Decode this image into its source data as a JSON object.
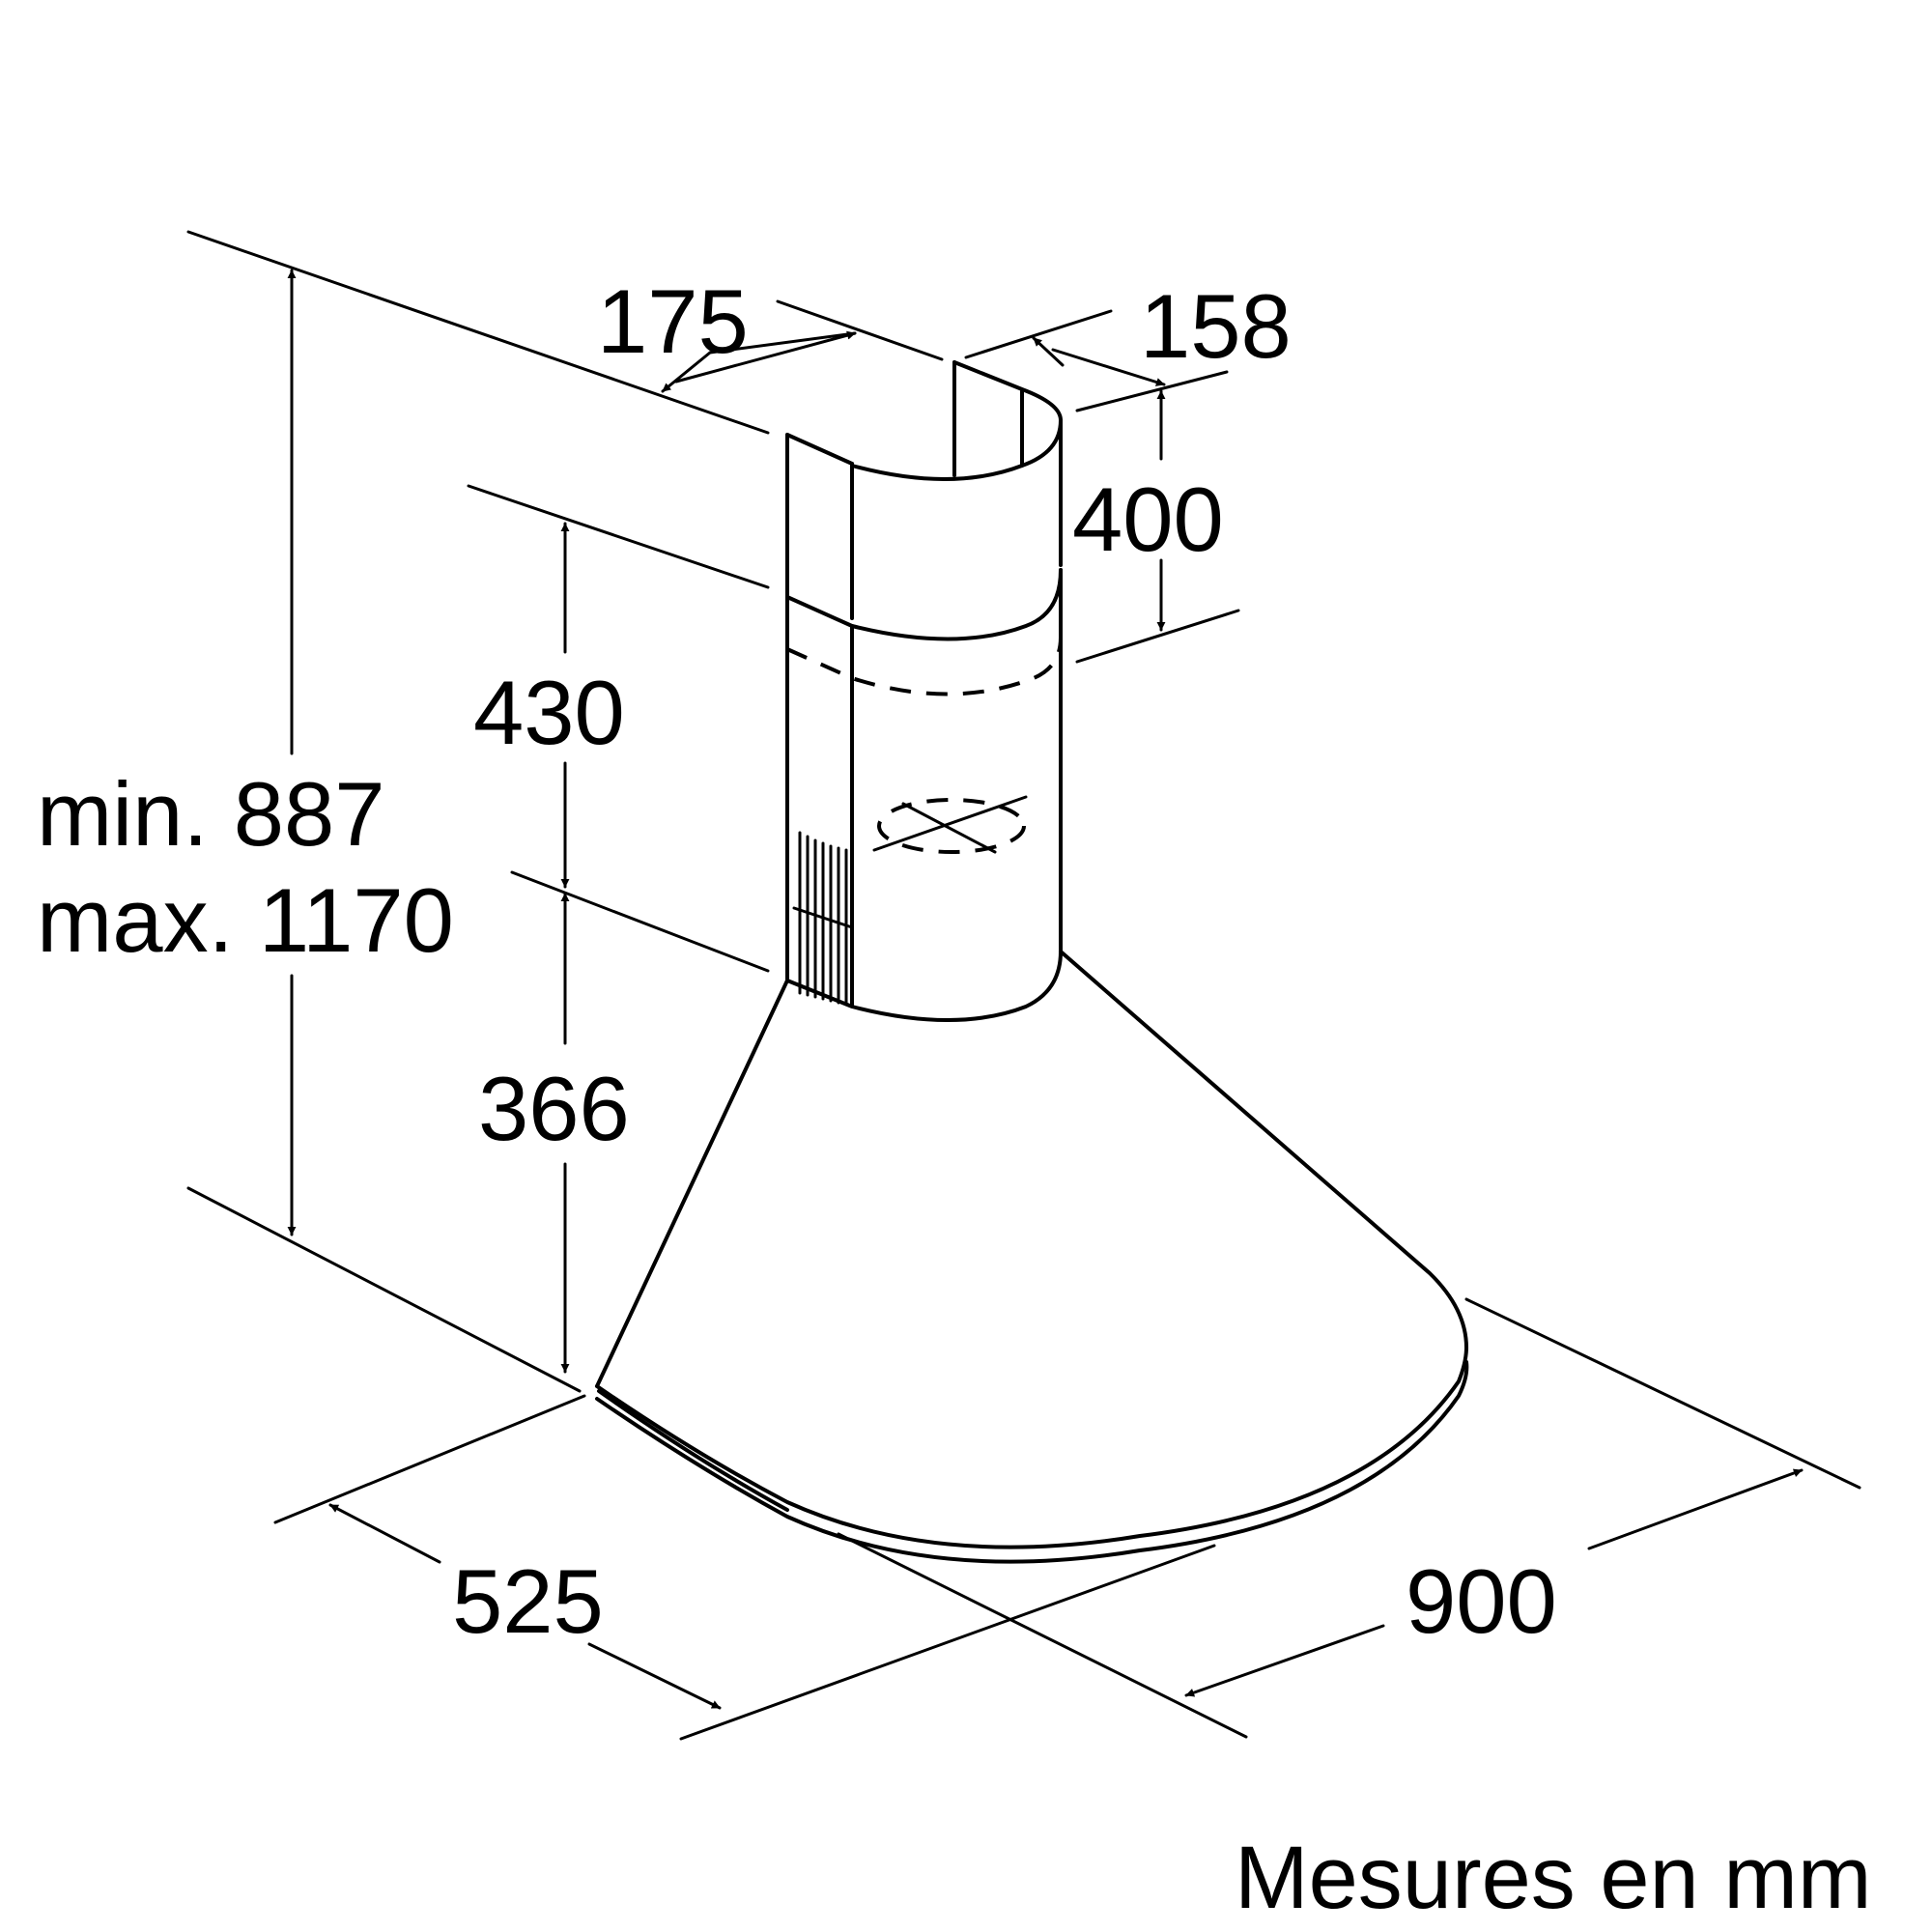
{
  "dimensions": {
    "chimney_width": "175",
    "chimney_depth": "158",
    "upper_chimney_height": "400",
    "lower_chimney_height": "430",
    "canopy_height": "366",
    "total_height_min": "min. 887",
    "total_height_max": "max. 1170",
    "depth": "525",
    "width": "900"
  },
  "caption": "Mesures en mm",
  "colors": {
    "line": "#000000",
    "background": "#ffffff"
  },
  "icons": {
    "vent_grille": "vent-grille-icon",
    "fan": "fan-motor-icon"
  }
}
